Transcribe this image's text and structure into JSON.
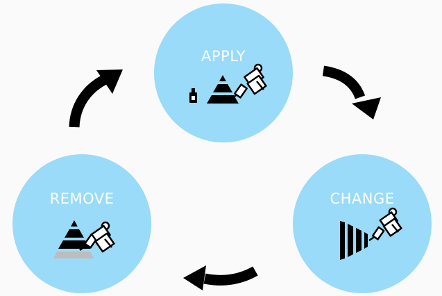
{
  "diagram": {
    "nodes": {
      "apply": {
        "label": "APPLY"
      },
      "change": {
        "label": "CHANGE"
      },
      "remove": {
        "label": "REMOVE"
      }
    },
    "icons": {
      "apply": [
        "ink-bottle-icon",
        "pyramid-icon",
        "tattoo-machine-icon"
      ],
      "change": [
        "funnel-icon",
        "tattoo-machine-icon"
      ],
      "remove": [
        "pyramid-faded-icon",
        "tattoo-machine-icon"
      ]
    },
    "colors": {
      "circle": "#99dbf8",
      "label": "#ffffff",
      "arrow": "#000000",
      "faded": "#bdbdbd"
    }
  }
}
